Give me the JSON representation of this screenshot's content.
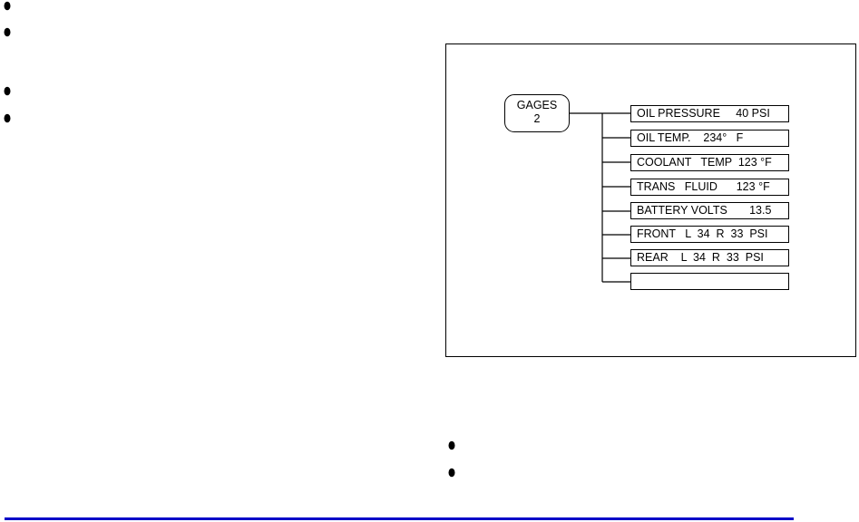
{
  "gages_box": {
    "line1": "GAGES",
    "line2": "2"
  },
  "gage_rows": [
    "OIL PRESSURE     40 PSI",
    "OIL TEMP.    234°   F",
    "COOLANT   TEMP  123 °F",
    "TRANS   FLUID      123 °F",
    "BATTERY VOLTS       13.5",
    "FRONT   L  34  R  33  PSI",
    "REAR    L  34  R  33  PSI",
    ""
  ],
  "colors": {
    "rule": "#0000c8",
    "lines": "#000000"
  }
}
